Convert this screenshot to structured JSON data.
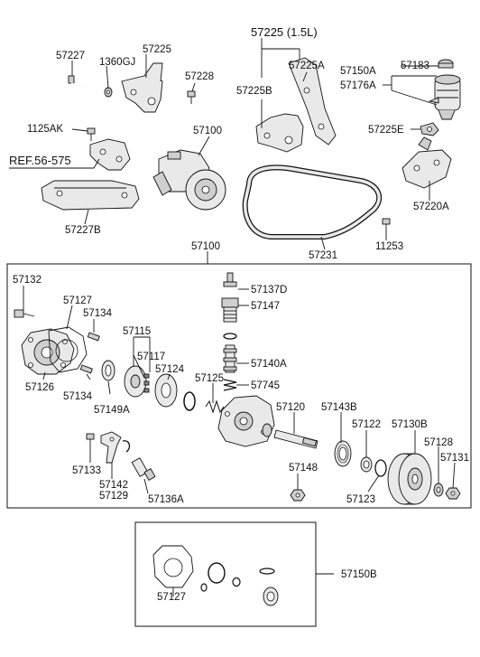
{
  "labels": {
    "l57227": "57227",
    "l1360GJ": "1360GJ",
    "l57225a": "57225",
    "l57228": "57228",
    "l57225_15": "57225 (1.5L)",
    "l57225A": "57225A",
    "l57225B": "57225B",
    "l57183": "57183",
    "l57150A": "57150A",
    "l57176A": "57176A",
    "l1125AK": "1125AK",
    "lREF": "REF.56-575",
    "l57100a": "57100",
    "l57225E": "57225E",
    "l57220A": "57220A",
    "l57227B": "57227B",
    "l57231": "57231",
    "l11253": "11253",
    "l57100b": "57100",
    "l57132": "57132",
    "l57137D": "57137D",
    "l57147": "57147",
    "l57127a": "57127",
    "l57134a": "57134",
    "l57115": "57115",
    "l57117": "57117",
    "l57124": "57124",
    "l57140A": "57140A",
    "l57125": "57125",
    "l57745": "57745",
    "l57126": "57126",
    "l57134b": "57134",
    "l57149A": "57149A",
    "l57120": "57120",
    "l57143B": "57143B",
    "l57122": "57122",
    "l57130B": "57130B",
    "l57128": "57128",
    "l57131": "57131",
    "l57133": "57133",
    "l57148": "57148",
    "l57142": "57142",
    "l57129": "57129",
    "l57136A": "57136A",
    "l57123": "57123",
    "l57127b": "57127",
    "l57150B": "57150B"
  }
}
